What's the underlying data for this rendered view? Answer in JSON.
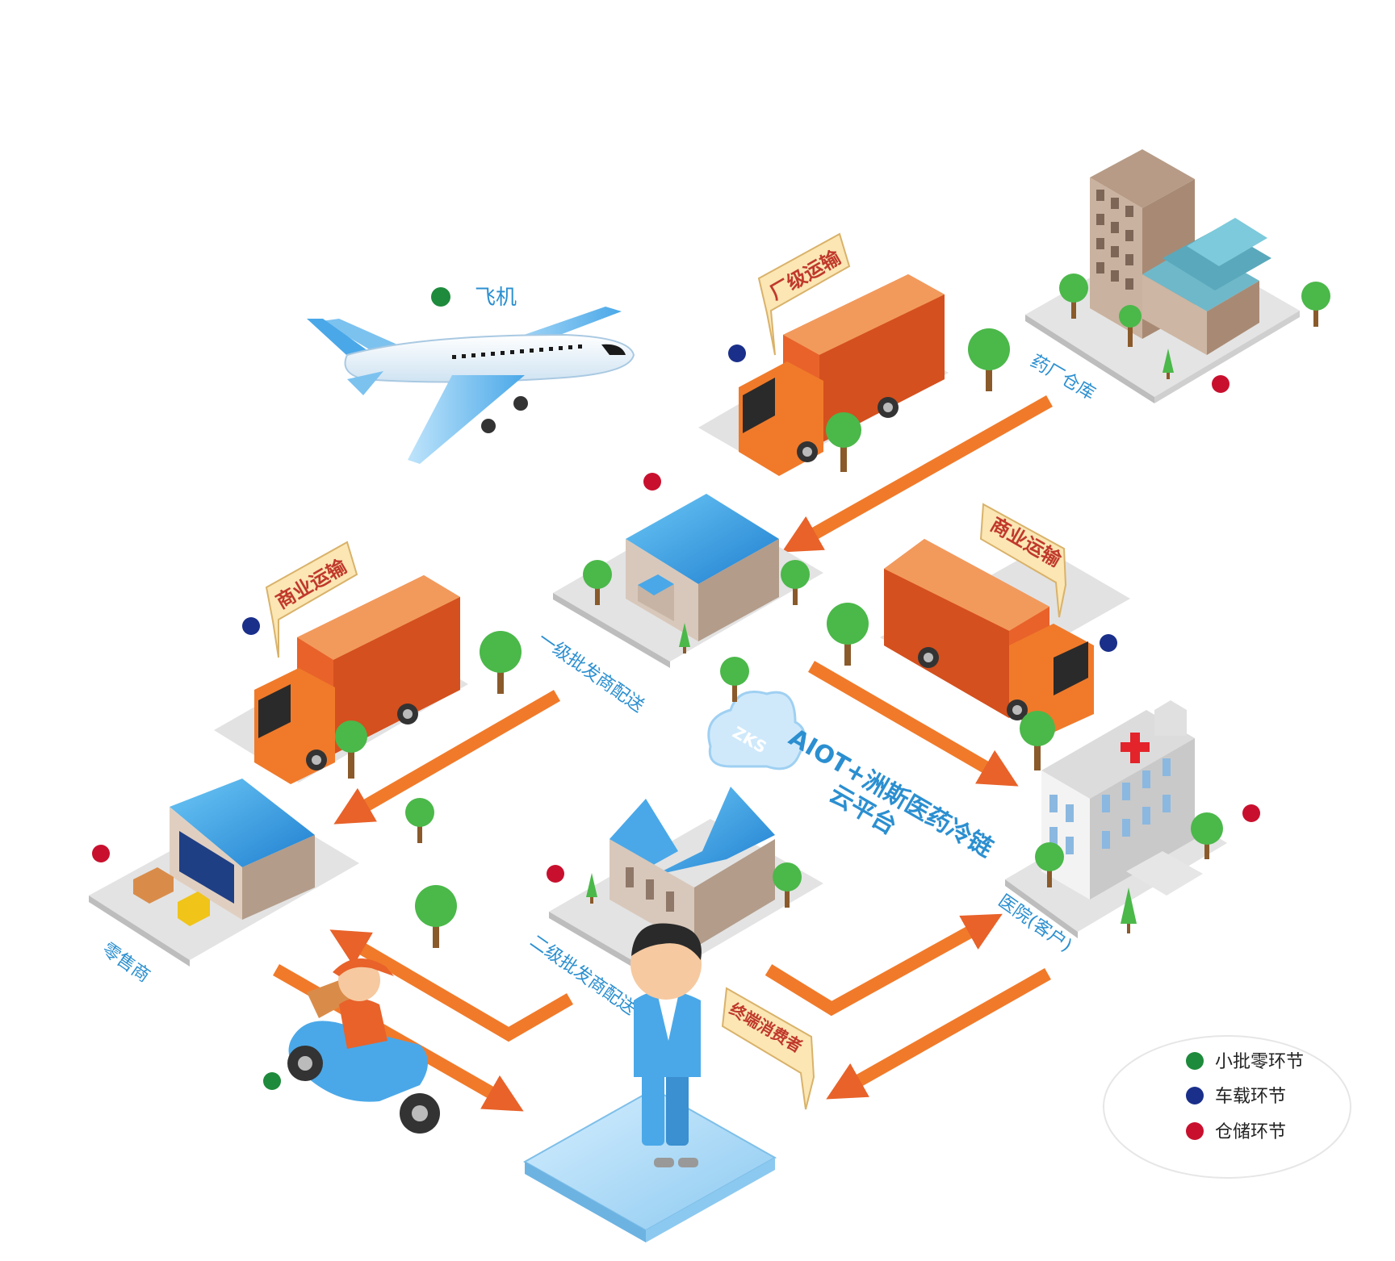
{
  "colors": {
    "small_retail": "#1e8a3c",
    "vehicle": "#1a2f8a",
    "storage": "#c8102e",
    "label_blue": "#2b8fd0",
    "arrow_orange": "#f07a2a",
    "truck_orange": "#e8622a"
  },
  "airplane": {
    "label": "飞机"
  },
  "tags": {
    "factory_transport": "厂级运输",
    "commercial_transport_left": "商业运输",
    "commercial_transport_right": "商业运输",
    "end_consumer": "终端消费者"
  },
  "nodes": {
    "pharma_warehouse": "药厂仓库",
    "primary_wholesaler": "一级批发商配送",
    "secondary_wholesaler": "二级批发商配送",
    "retailer": "零售商",
    "hospital": "医院(客户)"
  },
  "cloud": {
    "logo": "ZKS",
    "title_line1": "AIOT+洲斯医药冷链",
    "title_line2": "云平台"
  },
  "legend": {
    "items": [
      {
        "label": "小批零环节",
        "color": "#1e8a3c"
      },
      {
        "label": "车载环节",
        "color": "#1a2f8a"
      },
      {
        "label": "仓储环节",
        "color": "#c8102e"
      }
    ]
  }
}
